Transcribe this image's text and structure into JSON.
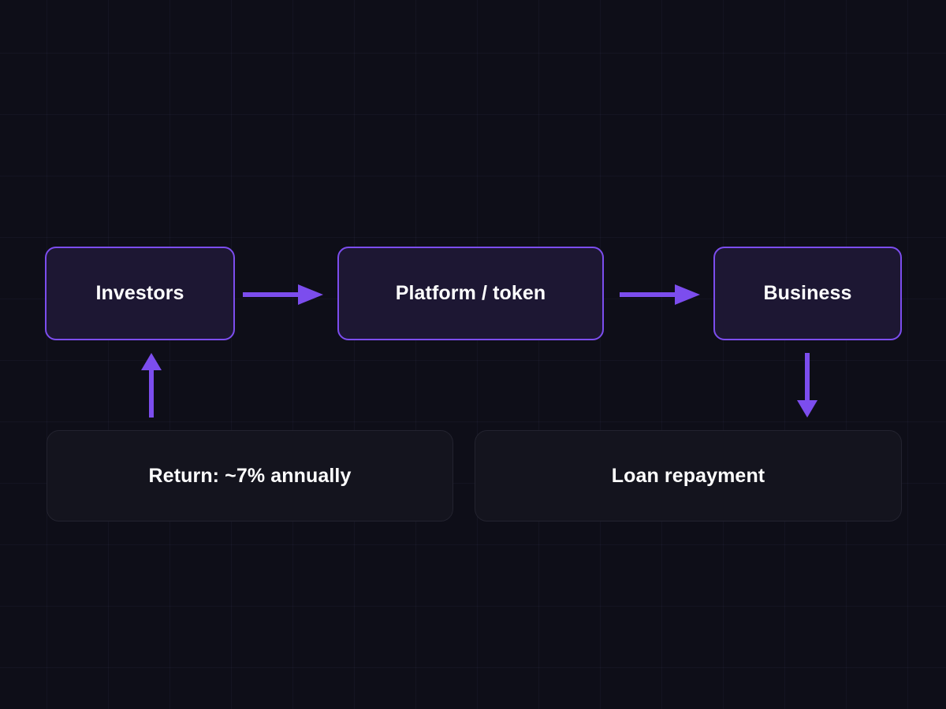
{
  "diagram": {
    "type": "flow-diagram",
    "background_color": "#0e0e18",
    "accent_color": "#7c4dee",
    "node_fill_color": "#1d1733",
    "secondary_fill_color": "#14141e",
    "text_color": "#ffffff",
    "nodes": [
      {
        "id": "investors",
        "label": "Investors",
        "style": "primary"
      },
      {
        "id": "platform",
        "label": "Platform / token",
        "style": "primary"
      },
      {
        "id": "business",
        "label": "Business",
        "style": "primary"
      },
      {
        "id": "return",
        "label": "Return: ~7% annually",
        "style": "secondary"
      },
      {
        "id": "loan_repayment",
        "label": "Loan repayment",
        "style": "secondary"
      }
    ],
    "edges": [
      {
        "id": "investors_to_platform",
        "from": "investors",
        "to": "platform",
        "direction": "right",
        "label": ""
      },
      {
        "id": "platform_to_business",
        "from": "platform",
        "to": "business",
        "direction": "right",
        "label": ""
      },
      {
        "id": "return_to_investors",
        "from": "return",
        "to": "investors",
        "direction": "up",
        "label": ""
      },
      {
        "id": "business_to_loan",
        "from": "business",
        "to": "loan_repayment",
        "direction": "down",
        "label": ""
      }
    ]
  }
}
